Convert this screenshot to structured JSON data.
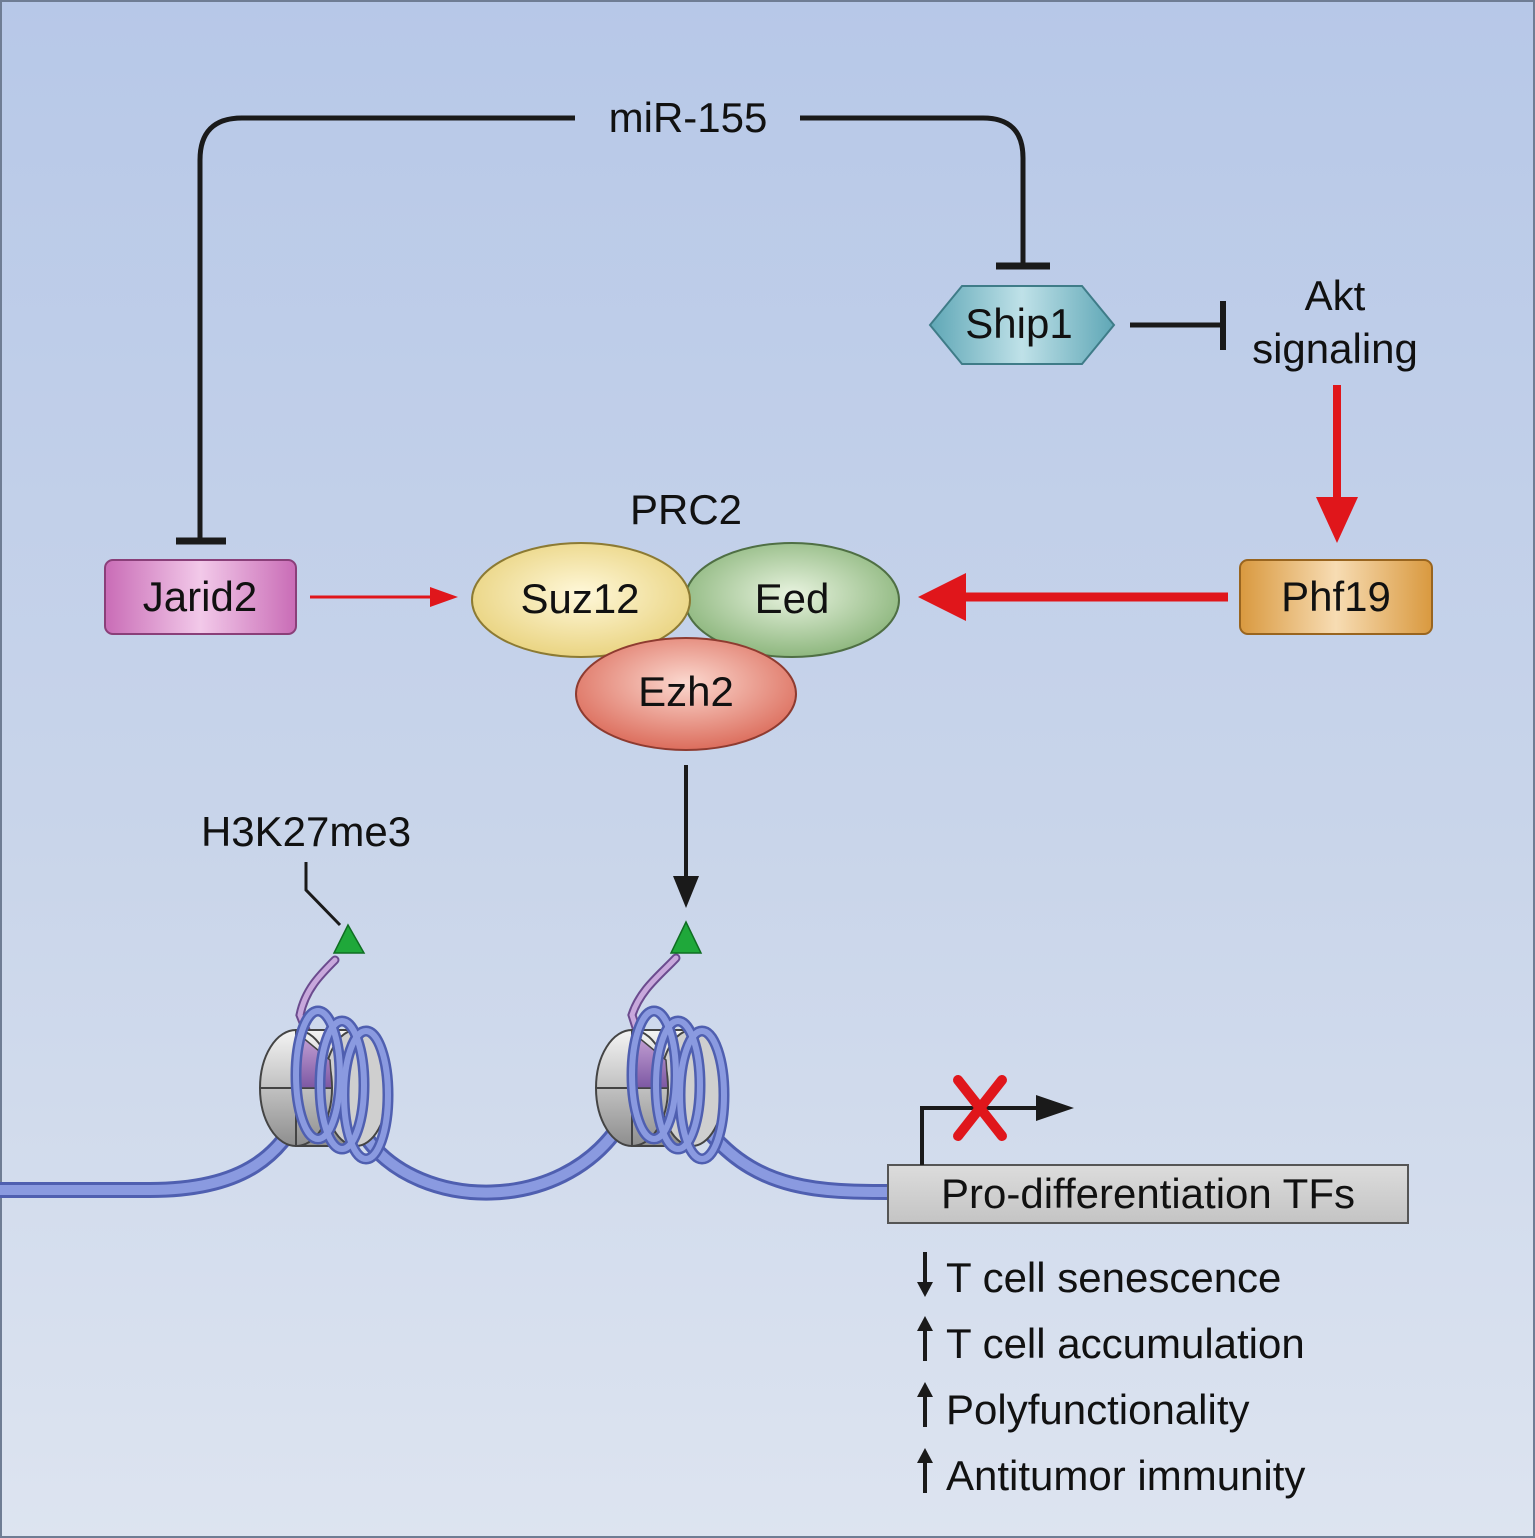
{
  "nodes": {
    "mir155": "miR-155",
    "ship1": "Ship1",
    "akt_line1": "Akt",
    "akt_line2": "signaling",
    "prc2": "PRC2",
    "jarid2": "Jarid2",
    "suz12": "Suz12",
    "eed": "Eed",
    "ezh2": "Ezh2",
    "phf19": "Phf19",
    "h3k27me3": "H3K27me3",
    "gene": "Pro-differentiation TFs"
  },
  "outcomes": [
    {
      "direction": "down",
      "label": "T cell senescence"
    },
    {
      "direction": "up",
      "label": "T cell accumulation"
    },
    {
      "direction": "up",
      "label": "Polyfunctionality"
    },
    {
      "direction": "up",
      "label": "Antitumor immunity"
    }
  ],
  "colors": {
    "background_top": "#b7c8e8",
    "activation_arrow": "#e0161b",
    "inhibition_line": "#1a1a1a",
    "jarid2": "#d98fc8",
    "suz12": "#f3e3a2",
    "eed": "#a9c99a",
    "ezh2": "#e98a7a",
    "phf19": "#e9b56a",
    "ship1": "#7fbcc8",
    "dna": "#7f8fd6",
    "methyl_mark": "#1fa83a",
    "block_x": "#e0161b"
  }
}
